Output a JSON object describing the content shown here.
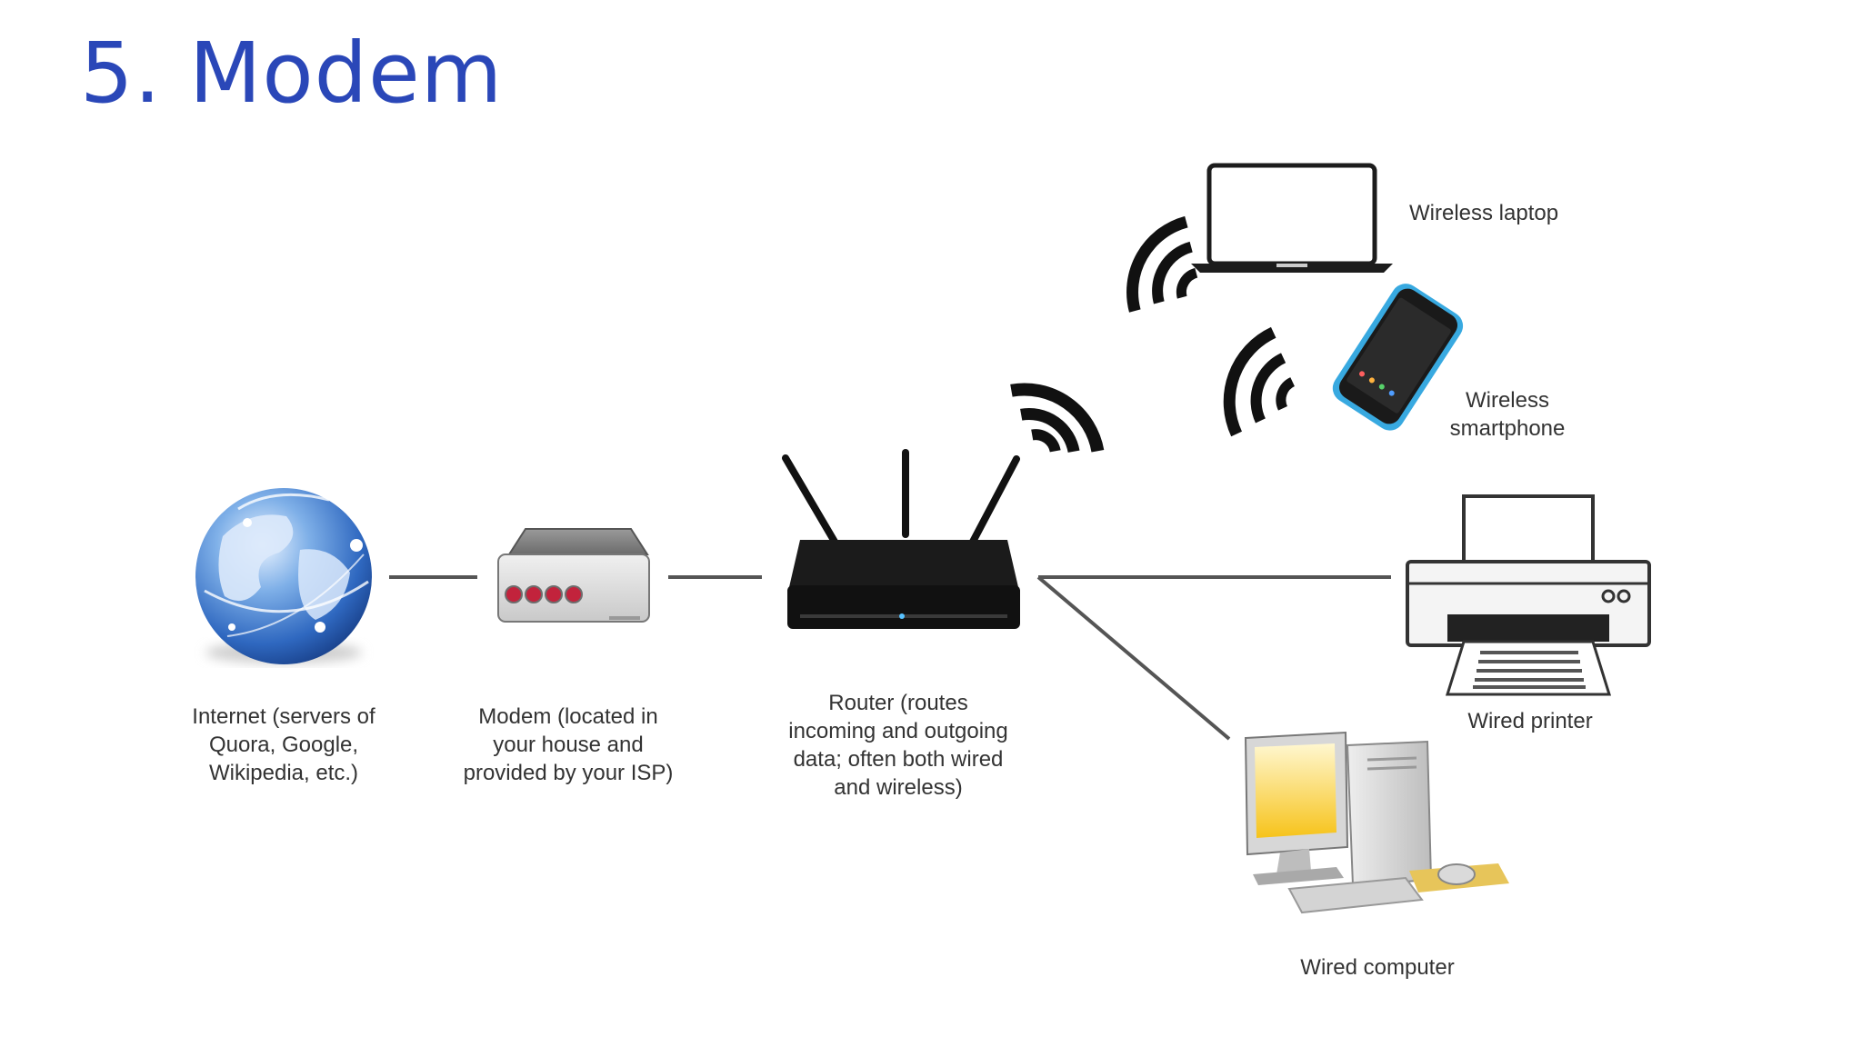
{
  "slide": {
    "title": "5. Modem",
    "title_color": "#2a47b8"
  },
  "nodes": {
    "internet": {
      "label": "Internet (servers of\nQuora, Google,\nWikipedia, etc.)",
      "icon": "globe-icon"
    },
    "modem": {
      "label": "Modem (located in\nyour house and\nprovided by your ISP)",
      "icon": "modem-icon",
      "light_color": "#c2233c"
    },
    "router": {
      "label": "Router (routes\nincoming and outgoing\ndata; often both wired\nand wireless)",
      "icon": "router-icon"
    },
    "laptop": {
      "label": "Wireless laptop",
      "icon": "laptop-icon"
    },
    "smartphone": {
      "label": "Wireless\nsmartphone",
      "icon": "smartphone-icon",
      "accent": "#38a9e0"
    },
    "printer": {
      "label": "Wired printer",
      "icon": "printer-icon"
    },
    "computer": {
      "label": "Wired computer",
      "icon": "desktop-computer-icon",
      "screen_color": "#f6c31a"
    }
  },
  "connections": {
    "wired": [
      "internet-modem",
      "modem-router",
      "router-printer",
      "router-computer"
    ],
    "wireless": [
      "router",
      "laptop",
      "smartphone"
    ]
  }
}
